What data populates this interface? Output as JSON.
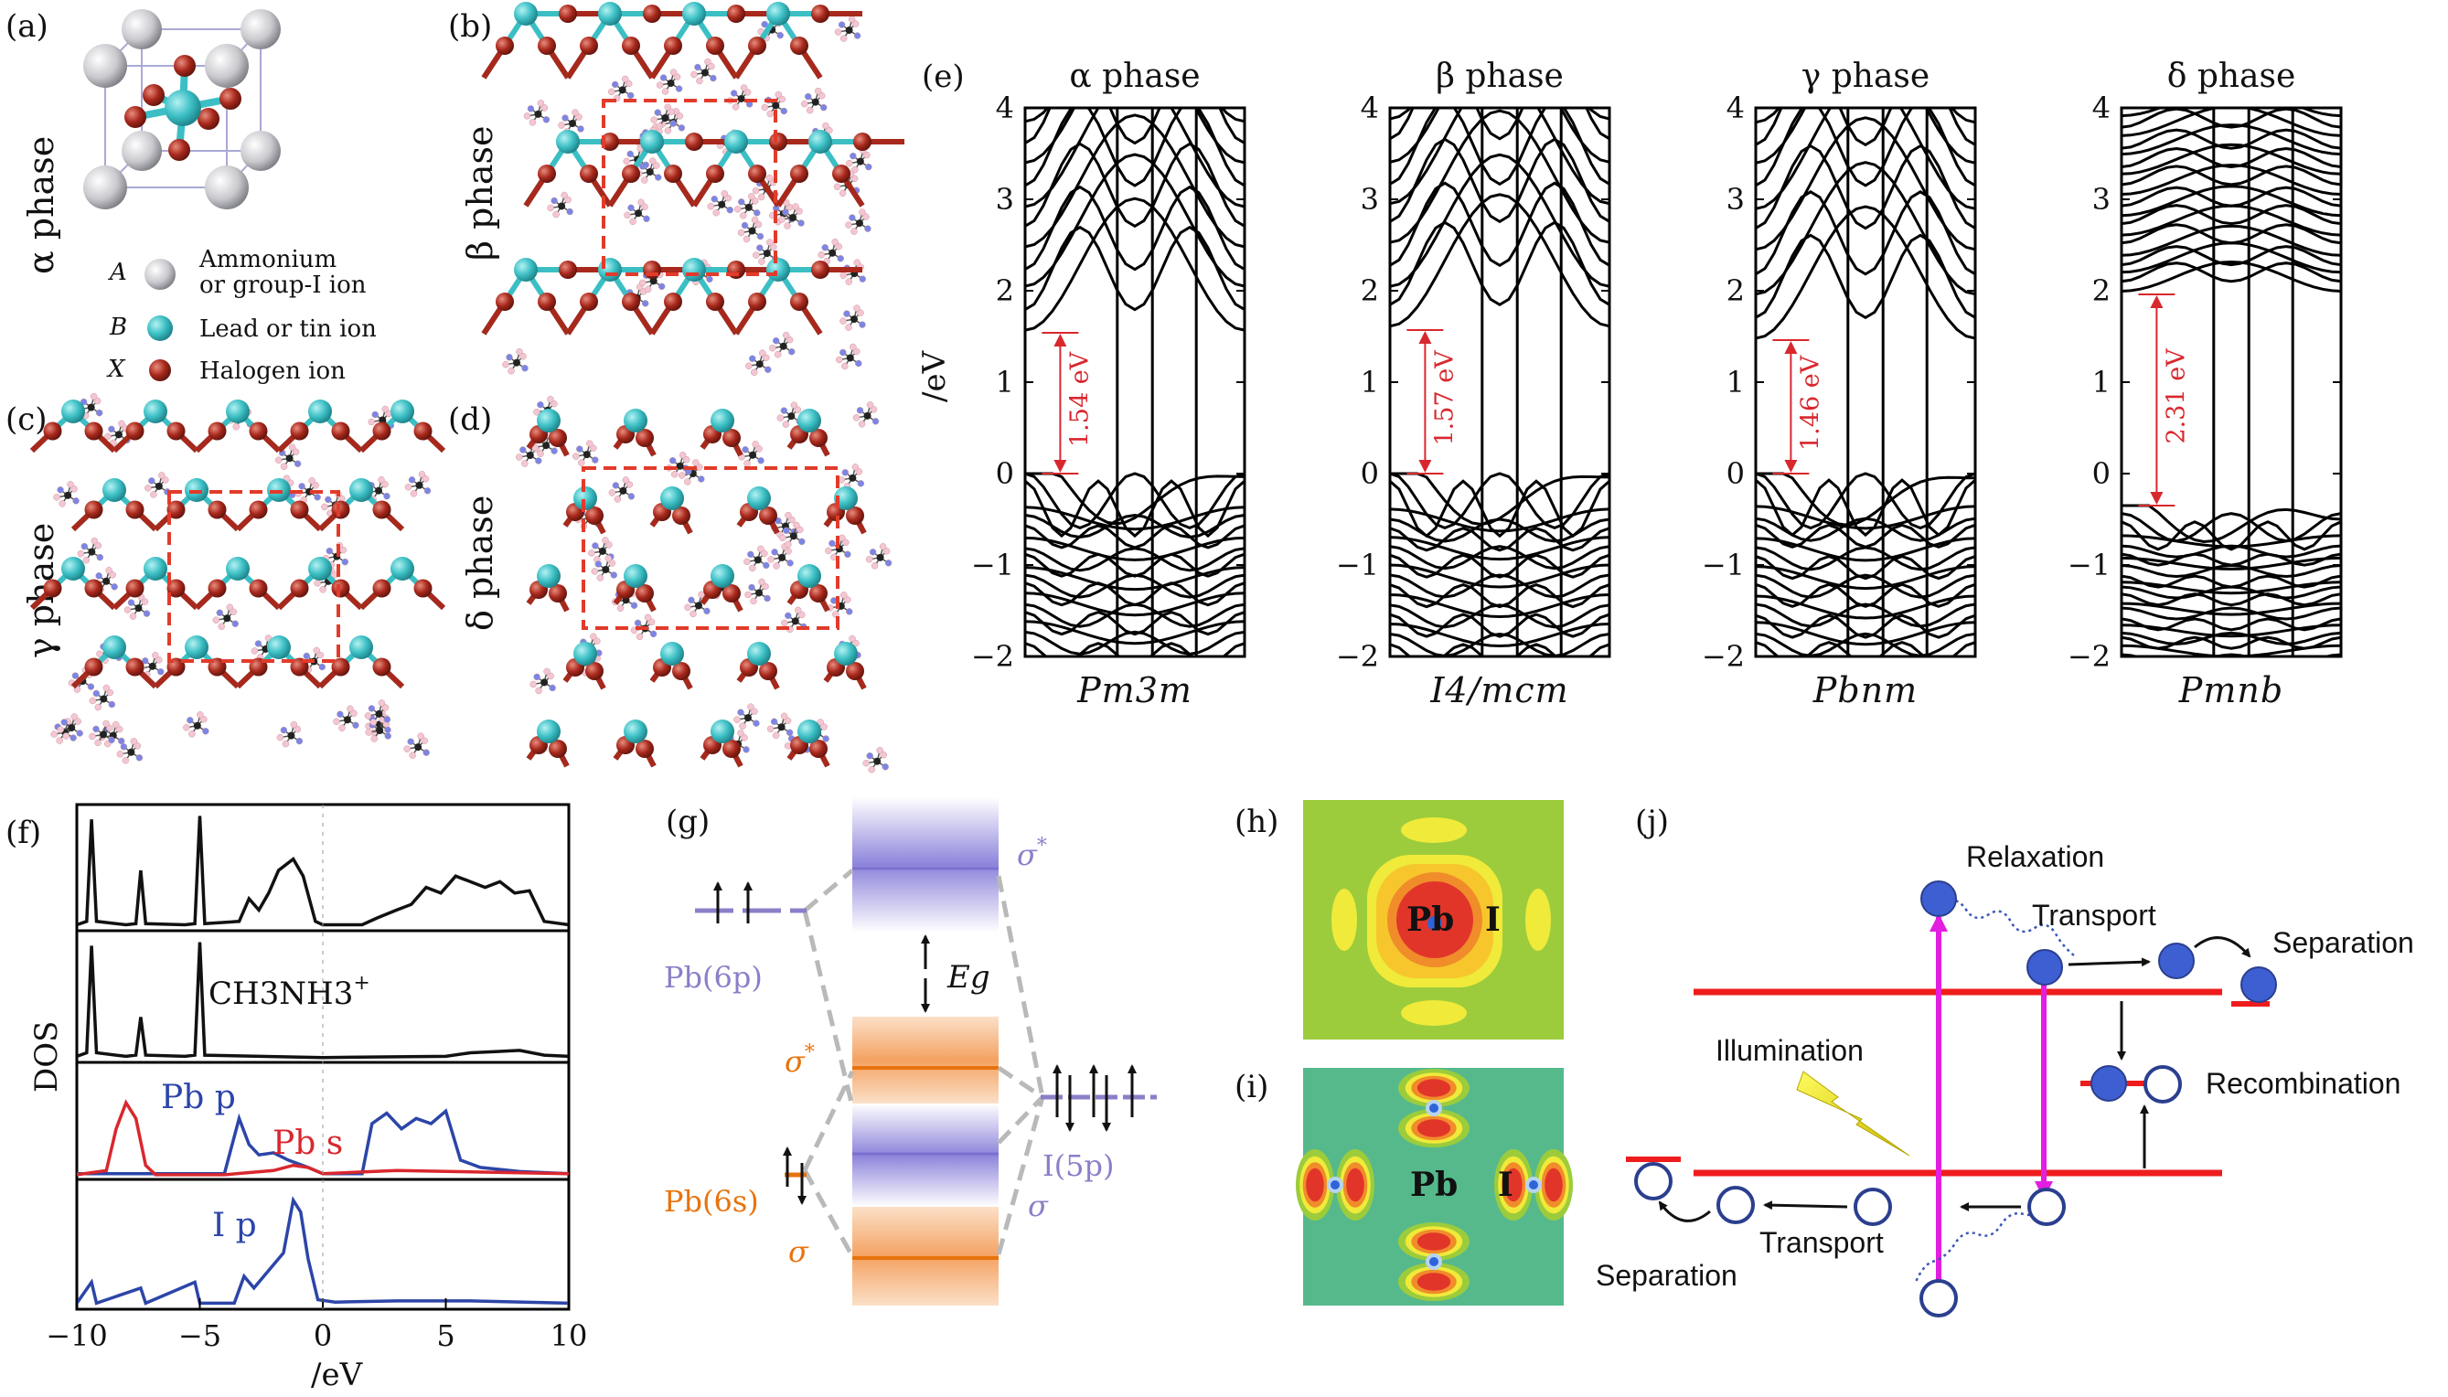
{
  "panels": {
    "a": {
      "letter": "(a)",
      "side_title": "α phase",
      "legend": [
        {
          "site": "A",
          "label_line1": "Ammonium",
          "label_line2": "or group-I ion",
          "color": "#c8c8cc"
        },
        {
          "site": "B",
          "label_line1": "Lead or tin ion",
          "label_line2": "",
          "color": "#3bbfc4"
        },
        {
          "site": "X",
          "label_line1": "Halogen ion",
          "label_line2": "",
          "color": "#a8281c"
        }
      ]
    },
    "b": {
      "letter": "(b)",
      "side_title": "β phase"
    },
    "c": {
      "letter": "(c)",
      "side_title": "γ phase"
    },
    "d": {
      "letter": "(d)",
      "side_title": "δ phase"
    },
    "e": {
      "letter": "(e)",
      "ylabel": "/eV",
      "yticks": [
        "4",
        "3",
        "2",
        "1",
        "0",
        "−1",
        "−2"
      ]
    },
    "f": {
      "letter": "(f)",
      "ylabel": "DOS",
      "xlabel": "/eV",
      "xticks": [
        "−10",
        "−5",
        "0",
        "5",
        "10"
      ],
      "labels": {
        "ch3nh3": "CH3NH3",
        "pb_p": "Pb p",
        "pb_s": "Pb s",
        "i_p": "I p"
      }
    },
    "g": {
      "letter": "(g)",
      "pb6p": "Pb(6p)",
      "pb6s": "Pb(6s)",
      "i5p": "I(5p)",
      "sigma_star": "σ*",
      "sigma": "σ",
      "eg": "Eg"
    },
    "h": {
      "letter": "(h)",
      "pb": "Pb",
      "i": "I"
    },
    "i": {
      "letter": "(i)",
      "pb": "Pb",
      "i": "I"
    },
    "j": {
      "letter": "(j)",
      "relaxation": "Relaxation",
      "transport_top": "Transport",
      "separation_top": "Separation",
      "illumination": "Illumination",
      "recombination": "Recombination",
      "transport_bottom": "Transport",
      "separation_bottom": "Separation"
    }
  },
  "chart_data": [
    {
      "type": "line",
      "title": "α phase",
      "space_group": "Pm3m",
      "ylabel": "/eV",
      "ylim": [
        -2,
        4
      ],
      "band_gap_eV": 1.54,
      "gap_label": "1.54 eV",
      "vbm_eV": 0.0,
      "cbm_eV": 1.54
    },
    {
      "type": "line",
      "title": "β phase",
      "space_group": "I4/mcm",
      "ylabel": "/eV",
      "ylim": [
        -2,
        4
      ],
      "band_gap_eV": 1.57,
      "gap_label": "1.57 eV",
      "vbm_eV": 0.0,
      "cbm_eV": 1.57
    },
    {
      "type": "line",
      "title": "γ phase",
      "space_group": "Pbnm",
      "ylabel": "/eV",
      "ylim": [
        -2,
        4
      ],
      "band_gap_eV": 1.46,
      "gap_label": "1.46 eV",
      "vbm_eV": 0.0,
      "cbm_eV": 1.46
    },
    {
      "type": "line",
      "title": "δ phase",
      "space_group": "Pmnb",
      "ylabel": "/eV",
      "ylim": [
        -2,
        4
      ],
      "band_gap_eV": 2.31,
      "gap_label": "2.31 eV",
      "vbm_eV": -0.35,
      "cbm_eV": 1.96
    },
    {
      "type": "line",
      "title": "",
      "xlabel": "/eV",
      "ylabel": "DOS",
      "xlim": [
        -10,
        10
      ],
      "series": [
        {
          "name": "",
          "color": "#111111",
          "x": [
            -10,
            -9.6,
            -9.4,
            -9.2,
            -8,
            -7.6,
            -7.4,
            -7.2,
            -5.6,
            -5.2,
            -5.0,
            -4.8,
            -3.4,
            -3.0,
            -2.6,
            -2.2,
            -1.8,
            -1.2,
            -0.8,
            -0.3,
            0,
            1.6,
            2.2,
            3,
            3.6,
            4.2,
            4.8,
            5.4,
            6,
            6.6,
            7.2,
            7.8,
            8.4,
            9,
            10
          ],
          "y": [
            0.02,
            0.05,
            0.95,
            0.05,
            0.02,
            0.03,
            0.5,
            0.03,
            0.02,
            0.03,
            0.98,
            0.03,
            0.05,
            0.25,
            0.15,
            0.3,
            0.5,
            0.6,
            0.45,
            0.05,
            0.02,
            0.02,
            0.08,
            0.15,
            0.2,
            0.35,
            0.3,
            0.45,
            0.4,
            0.35,
            0.4,
            0.3,
            0.32,
            0.05,
            0.02
          ]
        },
        {
          "name": "CH3NH3+",
          "color": "#111111",
          "x": [
            -10,
            -9.6,
            -9.4,
            -9.2,
            -8,
            -7.6,
            -7.4,
            -7.2,
            -5.6,
            -5.2,
            -5.0,
            -4.8,
            0,
            5,
            6,
            7,
            8,
            9,
            10
          ],
          "y": [
            0.02,
            0.05,
            0.95,
            0.05,
            0.02,
            0.03,
            0.35,
            0.03,
            0.02,
            0.03,
            0.98,
            0.03,
            0.01,
            0.02,
            0.05,
            0.06,
            0.07,
            0.03,
            0.02
          ]
        },
        {
          "name": "Pb p",
          "color": "#2c45a8",
          "x": [
            -10,
            -4,
            -3.4,
            -3,
            -2.6,
            -2,
            -1.4,
            -0.6,
            0,
            1.6,
            2,
            2.6,
            3.2,
            3.8,
            4.4,
            5,
            5.6,
            6.4,
            8,
            10
          ],
          "y": [
            0.02,
            0.02,
            0.55,
            0.3,
            0.2,
            0.22,
            0.15,
            0.08,
            0.02,
            0.02,
            0.5,
            0.6,
            0.45,
            0.55,
            0.5,
            0.62,
            0.15,
            0.08,
            0.04,
            0.02
          ]
        },
        {
          "name": "Pb s",
          "color": "#d9272e",
          "x": [
            -10,
            -8.8,
            -8.4,
            -8,
            -7.6,
            -7.2,
            -6.8,
            -4,
            -2,
            -1.2,
            -0.6,
            0,
            3,
            10
          ],
          "y": [
            0.01,
            0.05,
            0.45,
            0.7,
            0.55,
            0.1,
            0.01,
            0.01,
            0.05,
            0.1,
            0.08,
            0.02,
            0.05,
            0.02
          ]
        },
        {
          "name": "I p",
          "color": "#2c45a8",
          "x": [
            -10,
            -9.4,
            -9.2,
            -7.4,
            -7.2,
            -5.2,
            -5.0,
            -3.6,
            -3.2,
            -2.8,
            -2.2,
            -1.6,
            -1.2,
            -0.9,
            -0.6,
            -0.2,
            0.5,
            3,
            6,
            10
          ],
          "y": [
            0.02,
            0.2,
            0.02,
            0.15,
            0.02,
            0.2,
            0.02,
            0.02,
            0.25,
            0.15,
            0.3,
            0.45,
            0.9,
            0.8,
            0.4,
            0.05,
            0.03,
            0.04,
            0.04,
            0.02
          ]
        }
      ]
    }
  ]
}
